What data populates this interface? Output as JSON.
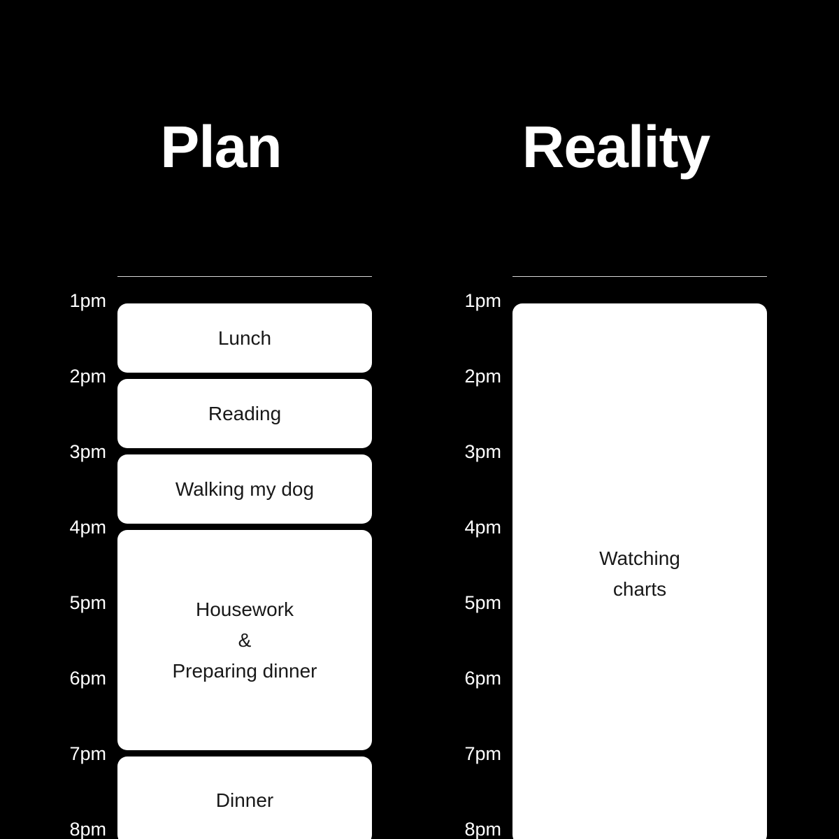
{
  "columns": [
    {
      "title": "Plan",
      "times": [
        "1pm",
        "2pm",
        "3pm",
        "4pm",
        "5pm",
        "6pm",
        "7pm",
        "8pm"
      ],
      "events": [
        {
          "label_lines": [
            "Lunch"
          ],
          "start": "1pm",
          "end": "2pm"
        },
        {
          "label_lines": [
            "Reading"
          ],
          "start": "2pm",
          "end": "3pm"
        },
        {
          "label_lines": [
            "Walking my dog"
          ],
          "start": "3pm",
          "end": "4pm"
        },
        {
          "label_lines": [
            "Housework",
            "&",
            "Preparing dinner"
          ],
          "start": "4pm",
          "end": "7pm"
        },
        {
          "label_lines": [
            "Dinner"
          ],
          "start": "7pm",
          "end": ""
        }
      ]
    },
    {
      "title": "Reality",
      "times": [
        "1pm",
        "2pm",
        "3pm",
        "4pm",
        "5pm",
        "6pm",
        "7pm",
        "8pm"
      ],
      "events": [
        {
          "label_lines": [
            "Watching",
            "charts"
          ],
          "start": "1pm",
          "end": ""
        }
      ]
    }
  ]
}
